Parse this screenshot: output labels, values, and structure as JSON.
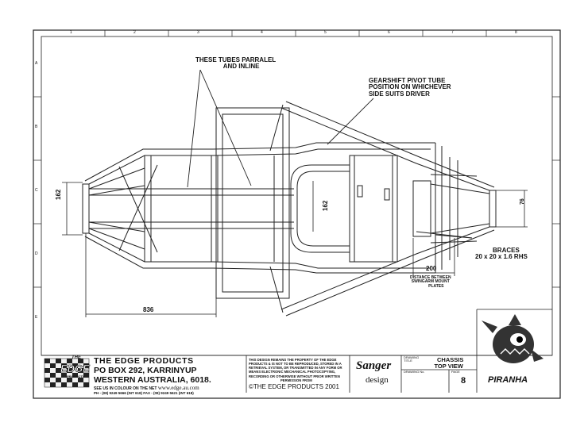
{
  "border": {
    "columns": [
      "1",
      "2",
      "3",
      "4",
      "5",
      "6",
      "7",
      "8"
    ],
    "rows": [
      "A",
      "B",
      "C",
      "D",
      "E"
    ]
  },
  "annotations": {
    "tubes_parallel": [
      "THESE TUBES PARRALEL",
      "AND INLINE"
    ],
    "gearshift": [
      "GEARSHIFT PIVOT TUBE",
      "POSITION ON WHICHEVER",
      "SIDE SUITS DRIVER"
    ],
    "braces": [
      "BRACES",
      "20 x 20 x 1.6 RHS"
    ],
    "swingarm": [
      "DISTANCE BETWEEN",
      "SWINGARM MOUNT",
      "PLATES"
    ]
  },
  "dimensions": {
    "front_width": "162",
    "center_width": "162",
    "rear_width": "76",
    "length": "836",
    "swingarm_distance": "200"
  },
  "title_block": {
    "company": [
      "THE EDGE PRODUCTS",
      "PO BOX 292, KARRINYUP",
      "WESTERN AUSTRALIA, 6018."
    ],
    "web_prefix": "SEE US IN COLOUR ON THE NET",
    "web_url": "www.edge.au.com",
    "phone": "PH - (08) 9249 5666 (INT 618)   FAX - (08) 9249 5621 (INT 618)",
    "notice": [
      "THIS DESIGN REMAINS THE PROPERTY OF THE EDGE",
      "PRODUCTS & IS NOT TO BE REPRODUCED, STORED IN A",
      "RETRIEVAL SYSTEM, OR TRANSMITTED IN ANY FORM OR",
      "MEANS ELECTRONIC MECHANICAL PHOTOCOPYING,",
      "RECORDING OR OTHERWISE WITHOUT PRIOR WRITTEN",
      "PERMISSION FROM"
    ],
    "copyright": "©THE EDGE PRODUCTS 2001",
    "sanger": "Sanger",
    "design": "design",
    "drawing_title_label": [
      "DRAWING",
      "TITLE"
    ],
    "drawing_title": [
      "CHASSIS",
      "TOP VIEW"
    ],
    "drawing_no_label": "DRAWING No.",
    "page_label": "PAGE",
    "page": "8",
    "logo_text": "EDGE",
    "logo_the": "THE",
    "logo_sub": "PRODUCTS",
    "mascot": "PIRANHA"
  }
}
